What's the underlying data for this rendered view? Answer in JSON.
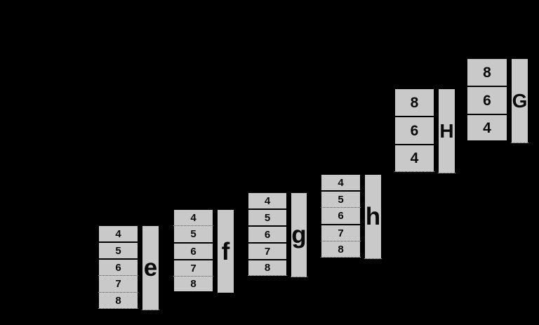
{
  "colors": {
    "background": "#000000",
    "cell_fill": "#c9c9c9",
    "solid_border": "#000000",
    "dotted_border": "#555555"
  },
  "groups": [
    {
      "name": "e",
      "letter": "e",
      "labels": [
        "4",
        "5",
        "6",
        "7",
        "8"
      ],
      "boundaries": [
        "solid",
        "solid",
        "solid",
        "dotted",
        "dotted",
        "dotted"
      ],
      "tall_bottom": "dotted"
    },
    {
      "name": "f",
      "letter": "f",
      "labels": [
        "4",
        "5",
        "6",
        "7",
        "8"
      ],
      "boundaries": [
        "solid",
        "dotted",
        "solid",
        "solid",
        "dotted",
        "solid"
      ],
      "tall_bottom": "solid"
    },
    {
      "name": "g",
      "letter": "g",
      "labels": [
        "4",
        "5",
        "6",
        "7",
        "8"
      ],
      "boundaries": [
        "solid",
        "solid",
        "solid",
        "solid",
        "solid",
        "dotted"
      ],
      "tall_bottom": "dotted"
    },
    {
      "name": "h",
      "letter": "h",
      "labels": [
        "4",
        "5",
        "6",
        "7",
        "8"
      ],
      "boundaries": [
        "solid",
        "solid",
        "dotted",
        "solid",
        "dotted",
        "dotted"
      ],
      "tall_bottom": "dotted"
    },
    {
      "name": "H",
      "letter": "H",
      "labels": [
        "8",
        "6",
        "4"
      ],
      "boundaries": [
        "solid",
        "solid",
        "solid",
        "dotted"
      ],
      "tall_bottom": "dotted"
    },
    {
      "name": "G",
      "letter": "G",
      "labels": [
        "8",
        "6",
        "4"
      ],
      "boundaries": [
        "solid",
        "solid",
        "solid",
        "solid"
      ],
      "tall_bottom": "dotted"
    }
  ]
}
